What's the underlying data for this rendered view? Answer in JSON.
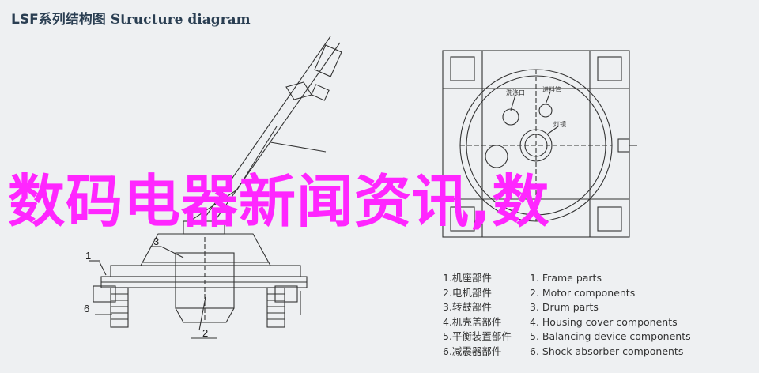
{
  "header": {
    "title_cn": "LSF系列结构图",
    "title_en": "Structure diagram"
  },
  "overlay": {
    "text": "数码电器新闻资讯,数"
  },
  "callouts": [
    "1",
    "3",
    "6",
    "2"
  ],
  "diagram_labels": [
    "洗涤口",
    "进料管",
    "灯镜"
  ],
  "legend": {
    "cn": [
      "1.机座部件",
      "2.电机部件",
      "3.转鼓部件",
      "4.机壳盖部件",
      "5.平衡装置部件",
      "6.减震器部件"
    ],
    "en": [
      "1. Frame parts",
      "2. Motor components",
      "3. Drum parts",
      "4. Housing cover components",
      "5. Balancing device components",
      "6. Shock absorber components"
    ]
  },
  "colors": {
    "overlay": "#ff26ff",
    "line": "#333333",
    "background": "#eef0f2"
  }
}
